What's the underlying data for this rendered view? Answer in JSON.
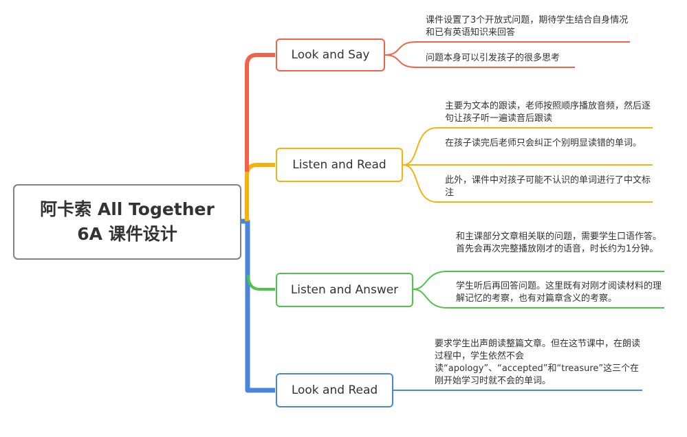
{
  "central_topic": {
    "line1": "阿卡索 All Together",
    "line2": "6A 课件设计"
  },
  "colors": {
    "look_say": "#f26249",
    "listen_read": "#f6b20b",
    "listen_answer": "#4cc447",
    "look_read": "#4a86d8",
    "central_border": "#7a828a"
  },
  "branches": [
    {
      "label": "Look and Say",
      "notes": [
        "课件设置了3个开放式问题，期待学生结合自身情况和已有英语知识来回答",
        "问题本身可以引发孩子的很多思考"
      ]
    },
    {
      "label": "Listen and Read",
      "notes": [
        "主要为文本的跟读，老师按照顺序播放音频，然后逐句让孩子听一遍读音后跟读",
        "在孩子读完后老师只会纠正个别明显读错的单词。",
        "此外，课件中对孩子可能不认识的单词进行了中文标注"
      ]
    },
    {
      "label": "Listen and Answer",
      "notes": [
        "和主课部分文章相关联的问题，需要学生口语作答。首先会再次完整播放刚才的语音，时长约为1分钟。",
        "学生听后再回答问题。这里既有对刚才阅读材料的理解记忆的考察，也有对篇章含义的考察。"
      ]
    },
    {
      "label": "Look and Read",
      "notes": [
        "要求学生出声朗读整篇文章。但在这节课中，在朗读过程中，学生依然不会读“apology”、“accepted”和“treasure”这三个在刚开始学习时就不会的单词。"
      ]
    }
  ]
}
